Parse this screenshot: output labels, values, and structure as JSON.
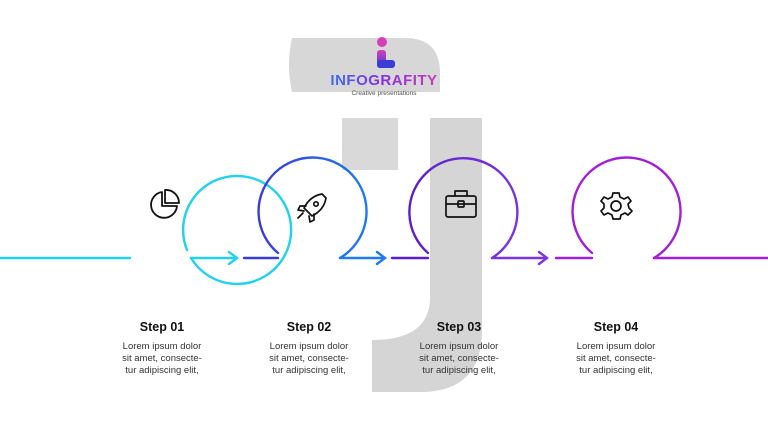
{
  "logo": {
    "name": "INFOGRAFITY",
    "tagline": "Creative presentations",
    "watermark_letter": "J"
  },
  "colors": {
    "step1": "#22d1ee",
    "step2": "#3b3bd6",
    "step3": "#6a1fc2",
    "step4": "#a21fd8",
    "arrow_blue": "#1e7bf2",
    "watermark": "#cfcfcf"
  },
  "steps": [
    {
      "title": "Step 01",
      "icon": "pie-chart-icon",
      "desc": [
        "Lorem ipsum dolor",
        "sit amet, consecte-",
        "tur adipiscing elit,"
      ]
    },
    {
      "title": "Step 02",
      "icon": "rocket-icon",
      "desc": [
        "Lorem ipsum dolor",
        "sit amet, consecte-",
        "tur adipiscing elit,"
      ]
    },
    {
      "title": "Step 03",
      "icon": "briefcase-icon",
      "desc": [
        "Lorem ipsum dolor",
        "sit amet, consecte-",
        "tur adipiscing elit,"
      ]
    },
    {
      "title": "Step 04",
      "icon": "gear-icon",
      "desc": [
        "Lorem ipsum dolor",
        "sit amet, consecte-",
        "tur adipiscing elit,"
      ]
    }
  ]
}
